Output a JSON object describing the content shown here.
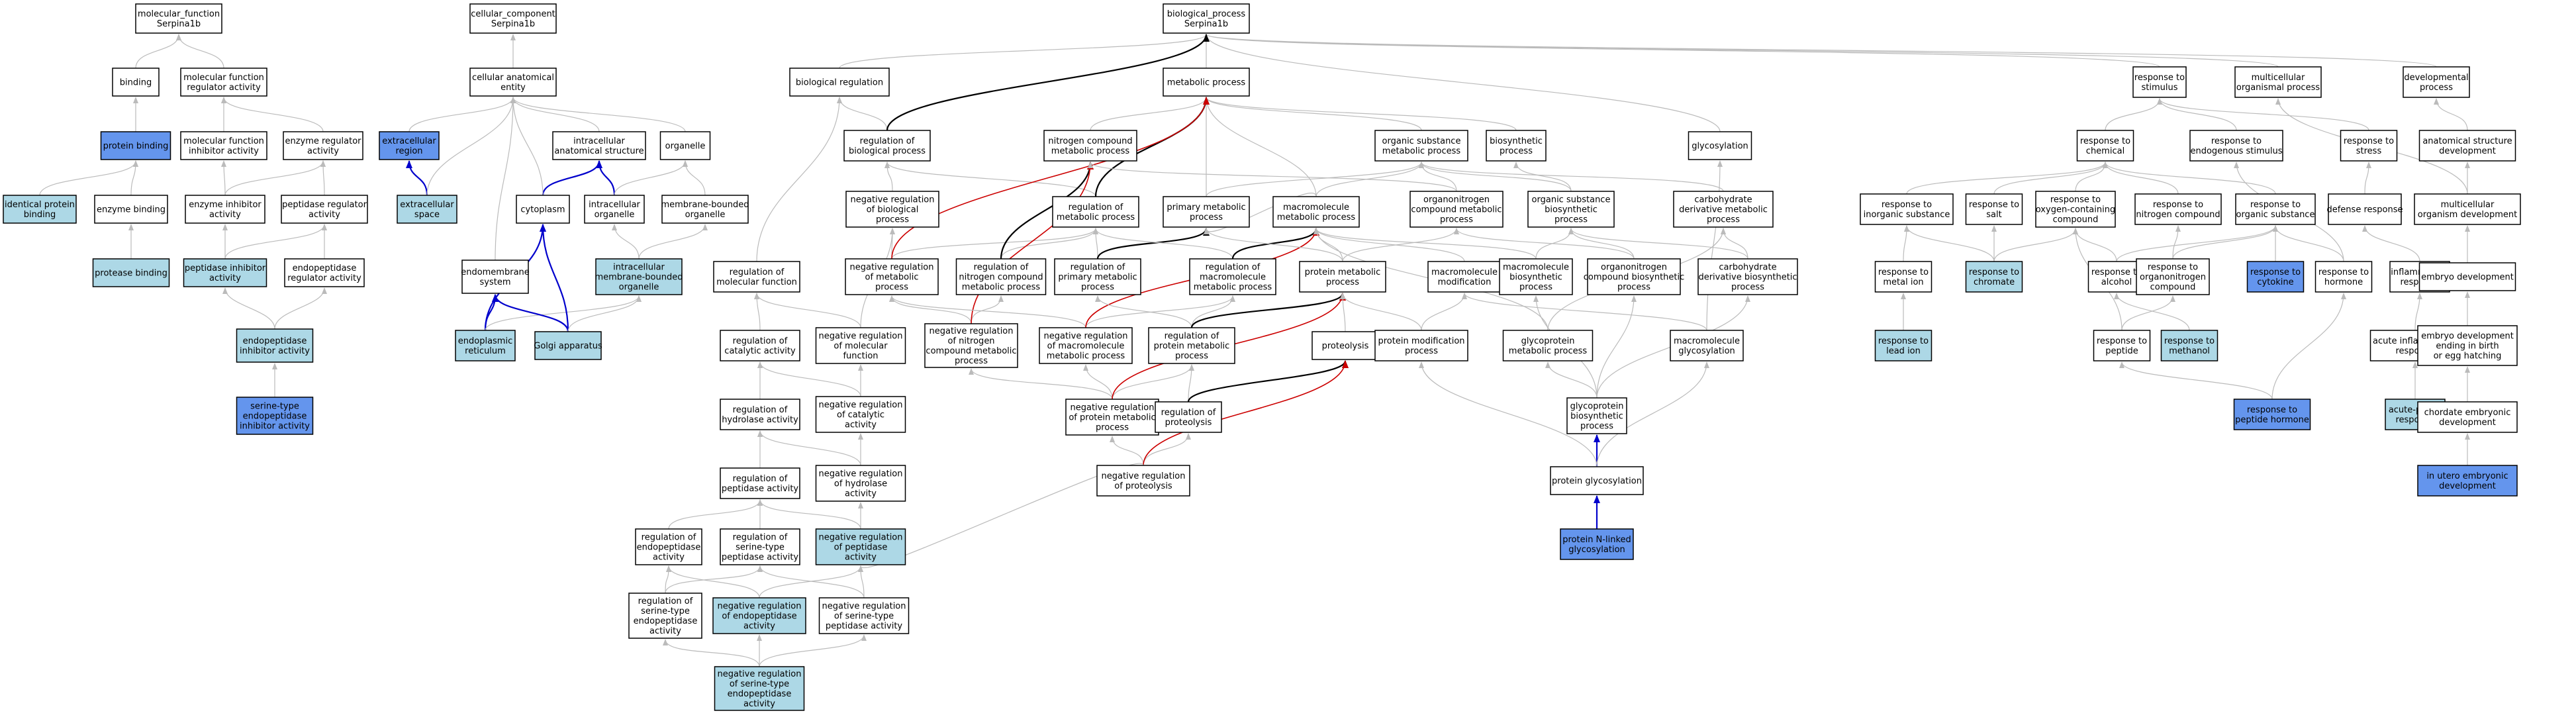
{
  "colors": {
    "white": "#ffffff",
    "light": "#add8e6",
    "blue": "#6495ed",
    "grey_edge": "#bbbbbb",
    "black_edge": "#000000",
    "blue_edge": "#0000cc",
    "red_edge": "#cc0000"
  },
  "nodes": [
    {
      "id": "mf_root",
      "lines": [
        "molecular_function",
        "Serpina1b"
      ],
      "fill": "white"
    },
    {
      "id": "cc_root",
      "lines": [
        "cellular_component",
        "Serpina1b"
      ],
      "fill": "white"
    },
    {
      "id": "bp_root",
      "lines": [
        "biological_process",
        "Serpina1b"
      ],
      "fill": "white"
    },
    {
      "id": "binding",
      "lines": [
        "binding"
      ],
      "fill": "white"
    },
    {
      "id": "mf_reg",
      "lines": [
        "molecular function",
        "regulator activity"
      ],
      "fill": "white"
    },
    {
      "id": "protein_binding",
      "lines": [
        "protein binding"
      ],
      "fill": "blue"
    },
    {
      "id": "mf_inhib",
      "lines": [
        "molecular function",
        "inhibitor activity"
      ],
      "fill": "white"
    },
    {
      "id": "enzyme_reg",
      "lines": [
        "enzyme regulator",
        "activity"
      ],
      "fill": "white"
    },
    {
      "id": "identical_pb",
      "lines": [
        "identical protein",
        "binding"
      ],
      "fill": "light"
    },
    {
      "id": "enzyme_binding",
      "lines": [
        "enzyme binding"
      ],
      "fill": "white"
    },
    {
      "id": "enzyme_inhib",
      "lines": [
        "enzyme inhibitor",
        "activity"
      ],
      "fill": "white"
    },
    {
      "id": "peptidase_reg",
      "lines": [
        "peptidase regulator",
        "activity"
      ],
      "fill": "white"
    },
    {
      "id": "protease_binding",
      "lines": [
        "protease binding"
      ],
      "fill": "light"
    },
    {
      "id": "peptidase_inhib",
      "lines": [
        "peptidase inhibitor",
        "activity"
      ],
      "fill": "light"
    },
    {
      "id": "endopep_reg",
      "lines": [
        "endopeptidase",
        "regulator activity"
      ],
      "fill": "white"
    },
    {
      "id": "endopep_inhib",
      "lines": [
        "endopeptidase",
        "inhibitor activity"
      ],
      "fill": "light"
    },
    {
      "id": "serine_endopep_inhib",
      "lines": [
        "serine-type",
        "endopeptidase",
        "inhibitor activity"
      ],
      "fill": "blue"
    },
    {
      "id": "cae",
      "lines": [
        "cellular anatomical",
        "entity"
      ],
      "fill": "white"
    },
    {
      "id": "extracellular_region",
      "lines": [
        "extracellular",
        "region"
      ],
      "fill": "blue"
    },
    {
      "id": "intracellular_as",
      "lines": [
        "intracellular",
        "anatomical structure"
      ],
      "fill": "white"
    },
    {
      "id": "organelle",
      "lines": [
        "organelle"
      ],
      "fill": "white"
    },
    {
      "id": "extracellular_space",
      "lines": [
        "extracellular",
        "space"
      ],
      "fill": "light"
    },
    {
      "id": "cytoplasm",
      "lines": [
        "cytoplasm"
      ],
      "fill": "white"
    },
    {
      "id": "intracellular_organelle",
      "lines": [
        "intracellular",
        "organelle"
      ],
      "fill": "white"
    },
    {
      "id": "membrane_bounded",
      "lines": [
        "membrane-bounded",
        "organelle"
      ],
      "fill": "white"
    },
    {
      "id": "endomembrane",
      "lines": [
        "endomembrane",
        "system"
      ],
      "fill": "white"
    },
    {
      "id": "intra_mb_organelle",
      "lines": [
        "intracellular",
        "membrane-bounded",
        "organelle"
      ],
      "fill": "light"
    },
    {
      "id": "er",
      "lines": [
        "endoplasmic",
        "reticulum"
      ],
      "fill": "light"
    },
    {
      "id": "golgi",
      "lines": [
        "Golgi apparatus"
      ],
      "fill": "light"
    },
    {
      "id": "bio_reg",
      "lines": [
        "biological regulation"
      ],
      "fill": "white"
    },
    {
      "id": "reg_bp",
      "lines": [
        "regulation of",
        "biological process"
      ],
      "fill": "white"
    },
    {
      "id": "neg_reg_bp",
      "lines": [
        "negative regulation",
        "of biological",
        "process"
      ],
      "fill": "white"
    },
    {
      "id": "reg_mol_func",
      "lines": [
        "regulation of",
        "molecular function"
      ],
      "fill": "white"
    },
    {
      "id": "reg_cat",
      "lines": [
        "regulation of",
        "catalytic activity"
      ],
      "fill": "white"
    },
    {
      "id": "reg_hydrolase",
      "lines": [
        "regulation of",
        "hydrolase activity"
      ],
      "fill": "white"
    },
    {
      "id": "reg_peptidase",
      "lines": [
        "regulation of",
        "peptidase activity"
      ],
      "fill": "white"
    },
    {
      "id": "reg_endopep",
      "lines": [
        "regulation of",
        "endopeptidase",
        "activity"
      ],
      "fill": "white"
    },
    {
      "id": "reg_serine_pep",
      "lines": [
        "regulation of",
        "serine-type",
        "peptidase activity"
      ],
      "fill": "white"
    },
    {
      "id": "reg_serine_endopep",
      "lines": [
        "regulation of",
        "serine-type",
        "endopeptidase",
        "activity"
      ],
      "fill": "white"
    },
    {
      "id": "neg_reg_mol_func",
      "lines": [
        "negative regulation",
        "of molecular",
        "function"
      ],
      "fill": "white"
    },
    {
      "id": "neg_reg_cat",
      "lines": [
        "negative regulation",
        "of catalytic",
        "activity"
      ],
      "fill": "white"
    },
    {
      "id": "neg_reg_hydrolase",
      "lines": [
        "negative regulation",
        "of hydrolase",
        "activity"
      ],
      "fill": "white"
    },
    {
      "id": "neg_reg_peptidase",
      "lines": [
        "negative regulation",
        "of peptidase",
        "activity"
      ],
      "fill": "light"
    },
    {
      "id": "neg_reg_endopep",
      "lines": [
        "negative regulation",
        "of endopeptidase",
        "activity"
      ],
      "fill": "light"
    },
    {
      "id": "neg_reg_serine_pep",
      "lines": [
        "negative regulation",
        "of serine-type",
        "peptidase activity"
      ],
      "fill": "white"
    },
    {
      "id": "neg_reg_serine_endopep",
      "lines": [
        "negative regulation",
        "of serine-type",
        "endopeptidase",
        "activity"
      ],
      "fill": "light"
    },
    {
      "id": "metabolic",
      "lines": [
        "metabolic process"
      ],
      "fill": "white"
    },
    {
      "id": "reg_metabolic",
      "lines": [
        "regulation of",
        "metabolic process"
      ],
      "fill": "white"
    },
    {
      "id": "neg_reg_metabolic",
      "lines": [
        "negative regulation",
        "of metabolic",
        "process"
      ],
      "fill": "white"
    },
    {
      "id": "nitrogen_comp",
      "lines": [
        "nitrogen compound",
        "metabolic process"
      ],
      "fill": "white"
    },
    {
      "id": "reg_nitrogen",
      "lines": [
        "regulation of",
        "nitrogen compound",
        "metabolic process"
      ],
      "fill": "white"
    },
    {
      "id": "neg_reg_nitrogen",
      "lines": [
        "negative regulation",
        "of nitrogen",
        "compound metabolic",
        "process"
      ],
      "fill": "white"
    },
    {
      "id": "primary_met",
      "lines": [
        "primary metabolic",
        "process"
      ],
      "fill": "white"
    },
    {
      "id": "reg_primary",
      "lines": [
        "regulation of",
        "primary metabolic",
        "process"
      ],
      "fill": "white"
    },
    {
      "id": "macromol_met",
      "lines": [
        "macromolecule",
        "metabolic process"
      ],
      "fill": "white"
    },
    {
      "id": "reg_macromol",
      "lines": [
        "regulation of",
        "macromolecule",
        "metabolic process"
      ],
      "fill": "white"
    },
    {
      "id": "neg_reg_macromol",
      "lines": [
        "negative regulation",
        "of macromolecule",
        "metabolic process"
      ],
      "fill": "white"
    },
    {
      "id": "protein_met",
      "lines": [
        "protein metabolic",
        "process"
      ],
      "fill": "white"
    },
    {
      "id": "reg_protein_met",
      "lines": [
        "regulation of",
        "protein metabolic",
        "process"
      ],
      "fill": "white"
    },
    {
      "id": "neg_reg_protein_met",
      "lines": [
        "negative regulation",
        "of protein metabolic",
        "process"
      ],
      "fill": "white"
    },
    {
      "id": "proteolysis",
      "lines": [
        "proteolysis"
      ],
      "fill": "white"
    },
    {
      "id": "reg_proteolysis",
      "lines": [
        "regulation of",
        "proteolysis"
      ],
      "fill": "white"
    },
    {
      "id": "neg_reg_proteolysis",
      "lines": [
        "negative regulation",
        "of proteolysis"
      ],
      "fill": "white"
    },
    {
      "id": "organic_met",
      "lines": [
        "organic substance",
        "metabolic process"
      ],
      "fill": "white"
    },
    {
      "id": "biosynthetic",
      "lines": [
        "biosynthetic",
        "process"
      ],
      "fill": "white"
    },
    {
      "id": "glycosylation",
      "lines": [
        "glycosylation"
      ],
      "fill": "white"
    },
    {
      "id": "organonitrogen_met",
      "lines": [
        "organonitrogen",
        "compound metabolic",
        "process"
      ],
      "fill": "white"
    },
    {
      "id": "organic_biosyn",
      "lines": [
        "organic substance",
        "biosynthetic",
        "process"
      ],
      "fill": "white"
    },
    {
      "id": "carb_deriv_met",
      "lines": [
        "carbohydrate",
        "derivative metabolic",
        "process"
      ],
      "fill": "white"
    },
    {
      "id": "macromol_mod",
      "lines": [
        "macromolecule",
        "modification"
      ],
      "fill": "white"
    },
    {
      "id": "macromol_biosyn",
      "lines": [
        "macromolecule",
        "biosynthetic",
        "process"
      ],
      "fill": "white"
    },
    {
      "id": "organonitrogen_biosyn",
      "lines": [
        "organonitrogen",
        "compound biosynthetic",
        "process"
      ],
      "fill": "white"
    },
    {
      "id": "carb_deriv_biosyn",
      "lines": [
        "carbohydrate",
        "derivative biosynthetic",
        "process"
      ],
      "fill": "white"
    },
    {
      "id": "protein_mod",
      "lines": [
        "protein modification",
        "process"
      ],
      "fill": "white"
    },
    {
      "id": "glycoprotein_met",
      "lines": [
        "glycoprotein",
        "metabolic process"
      ],
      "fill": "white"
    },
    {
      "id": "macromol_glyco",
      "lines": [
        "macromolecule",
        "glycosylation"
      ],
      "fill": "white"
    },
    {
      "id": "glycoprotein_biosyn",
      "lines": [
        "glycoprotein",
        "biosynthetic",
        "process"
      ],
      "fill": "white"
    },
    {
      "id": "protein_glyco",
      "lines": [
        "protein glycosylation"
      ],
      "fill": "white"
    },
    {
      "id": "protein_nlinked",
      "lines": [
        "protein N-linked",
        "glycosylation"
      ],
      "fill": "blue"
    },
    {
      "id": "resp_stimulus",
      "lines": [
        "response to",
        "stimulus"
      ],
      "fill": "white"
    },
    {
      "id": "multicell_org",
      "lines": [
        "multicellular",
        "organismal process"
      ],
      "fill": "white"
    },
    {
      "id": "developmental",
      "lines": [
        "developmental",
        "process"
      ],
      "fill": "white"
    },
    {
      "id": "resp_chemical",
      "lines": [
        "response to",
        "chemical"
      ],
      "fill": "white"
    },
    {
      "id": "resp_endogenous",
      "lines": [
        "response to",
        "endogenous stimulus"
      ],
      "fill": "white"
    },
    {
      "id": "resp_stress",
      "lines": [
        "response to",
        "stress"
      ],
      "fill": "white"
    },
    {
      "id": "anat_struct_dev",
      "lines": [
        "anatomical structure",
        "development"
      ],
      "fill": "white"
    },
    {
      "id": "resp_inorganic",
      "lines": [
        "response to",
        "inorganic substance"
      ],
      "fill": "white"
    },
    {
      "id": "resp_salt",
      "lines": [
        "response to",
        "salt"
      ],
      "fill": "white"
    },
    {
      "id": "resp_oxygen",
      "lines": [
        "response to",
        "oxygen-containing",
        "compound"
      ],
      "fill": "white"
    },
    {
      "id": "resp_nitrogen",
      "lines": [
        "response to",
        "nitrogen compound"
      ],
      "fill": "white"
    },
    {
      "id": "resp_organic",
      "lines": [
        "response to",
        "organic substance"
      ],
      "fill": "white"
    },
    {
      "id": "defense",
      "lines": [
        "defense response"
      ],
      "fill": "white"
    },
    {
      "id": "multicell_dev",
      "lines": [
        "multicellular",
        "organism development"
      ],
      "fill": "white"
    },
    {
      "id": "resp_metal",
      "lines": [
        "response to",
        "metal ion"
      ],
      "fill": "white"
    },
    {
      "id": "resp_chromate",
      "lines": [
        "response to",
        "chromate"
      ],
      "fill": "light"
    },
    {
      "id": "resp_alcohol",
      "lines": [
        "response to",
        "alcohol"
      ],
      "fill": "white"
    },
    {
      "id": "resp_organonitrogen",
      "lines": [
        "response to",
        "organonitrogen",
        "compound"
      ],
      "fill": "white"
    },
    {
      "id": "resp_cytokine",
      "lines": [
        "response to",
        "cytokine"
      ],
      "fill": "blue"
    },
    {
      "id": "resp_hormone",
      "lines": [
        "response to",
        "hormone"
      ],
      "fill": "white"
    },
    {
      "id": "inflammatory",
      "lines": [
        "inflammatory",
        "response"
      ],
      "fill": "white"
    },
    {
      "id": "embryo_dev",
      "lines": [
        "embryo development"
      ],
      "fill": "white"
    },
    {
      "id": "resp_lead",
      "lines": [
        "response to",
        "lead ion"
      ],
      "fill": "light"
    },
    {
      "id": "resp_peptide",
      "lines": [
        "response to",
        "peptide"
      ],
      "fill": "white"
    },
    {
      "id": "resp_methanol",
      "lines": [
        "response to",
        "methanol"
      ],
      "fill": "light"
    },
    {
      "id": "acute_inflam",
      "lines": [
        "acute inflammatory",
        "response"
      ],
      "fill": "white"
    },
    {
      "id": "embryo_dev_birth",
      "lines": [
        "embryo development",
        "ending in birth",
        "or egg hatching"
      ],
      "fill": "white"
    },
    {
      "id": "resp_peptide_hormone",
      "lines": [
        "response to",
        "peptide hormone"
      ],
      "fill": "blue"
    },
    {
      "id": "acute_phase",
      "lines": [
        "acute-phase",
        "response"
      ],
      "fill": "light"
    },
    {
      "id": "chordate_embryo",
      "lines": [
        "chordate embryonic",
        "development"
      ],
      "fill": "white"
    },
    {
      "id": "in_utero",
      "lines": [
        "in utero embryonic",
        "development"
      ],
      "fill": "blue"
    }
  ]
}
